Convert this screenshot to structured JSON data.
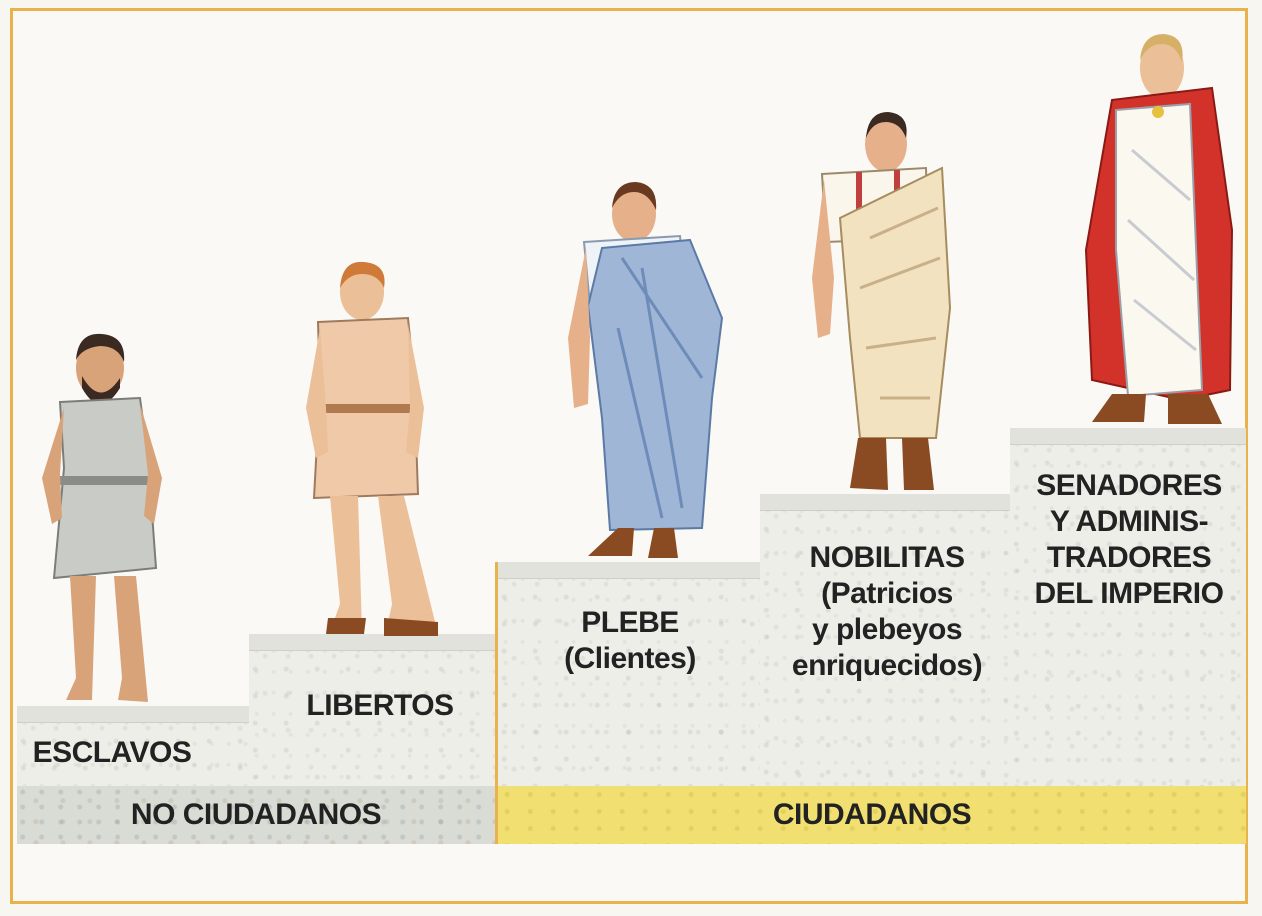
{
  "levels": [
    {
      "id": "esclavos",
      "lines": [
        "ESCLAVOS"
      ],
      "clothing_color": "#c9ccc6"
    },
    {
      "id": "libertos",
      "lines": [
        "LIBERTOS"
      ],
      "clothing_color": "#efc9a8"
    },
    {
      "id": "plebe",
      "lines": [
        "PLEBE",
        "(Clientes)"
      ],
      "clothing_color": "#9fb6d6"
    },
    {
      "id": "nobilitas",
      "lines": [
        "NOBILITAS",
        "(Patricios",
        "y plebeyos",
        "enriquecidos)"
      ],
      "clothing_color": "#f2e2c0"
    },
    {
      "id": "senadores",
      "lines": [
        "SENADORES",
        "Y ADMINIS-",
        "TRADORES",
        "DEL IMPERIO"
      ],
      "clothing_color": "#d2322a"
    }
  ],
  "groups": {
    "no_ciudadanos": "NO CIUDADANOS",
    "ciudadanos": "CIUDADANOS"
  },
  "colors": {
    "frame": "#e8b24c",
    "no_ciudadanos_band": "#d9dcd4",
    "ciudadanos_band": "#f1e071",
    "stone": "#eeeee9"
  }
}
